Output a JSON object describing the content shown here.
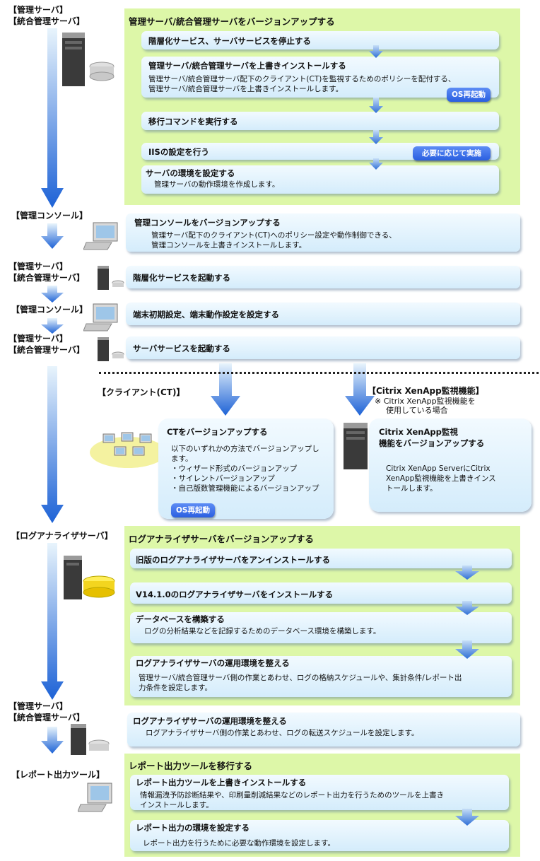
{
  "labels": {
    "mgmt_server": "【管理サーバ】",
    "integrated_server": "【統合管理サーバ】",
    "mgmt_console": "【管理コンソール】",
    "client_ct": "【クライアント(CT)】",
    "citrix": "【Citrix XenApp監視機能】",
    "citrix_note_1": "※ Citrix XenApp監視機能を",
    "citrix_note_2": "使用している場合",
    "log_analyzer": "【ログアナライザサーバ】",
    "report_tool": "【レポート出力ツール】"
  },
  "section1": {
    "title": "管理サーバ/統合管理サーバをバージョンアップする",
    "steps": [
      {
        "title": "階層化サービス、サーバサービスを停止する"
      },
      {
        "title": "管理サーバ/統合管理サーバを上書きインストールする",
        "desc1": "管理サーバ/統合管理サーバ配下のクライアント(CT)を監視するためのポリシーを配付する、",
        "desc2": "管理サーバ/統合管理サーバを上書きインストールします。",
        "badge": "OS再起動"
      },
      {
        "title": "移行コマンドを実行する"
      },
      {
        "title": "IISの設定を行う",
        "badge": "必要に応じて実施"
      },
      {
        "title": "サーバの環境を設定する",
        "desc1": "管理サーバの動作環境を作成します。"
      }
    ]
  },
  "console_upgrade": {
    "title": "管理コンソールをバージョンアップする",
    "desc1": "管理サーバ配下のクライアント(CT)へのポリシー設定や動作制御できる、",
    "desc2": "管理コンソールを上書きインストールします。"
  },
  "start_hier": {
    "title": "階層化サービスを起動する"
  },
  "terminal_settings": {
    "title": "端末初期設定、端末動作設定を設定する"
  },
  "start_server": {
    "title": "サーバサービスを起動する"
  },
  "ct_upgrade": {
    "title": "CTをバージョンアップする",
    "desc1": "以下のいずれかの方法でバージョンアップし",
    "desc2": "ます。",
    "items": [
      "・ウィザード形式のバージョンアップ",
      "・サイレントバージョンアップ",
      "・自己版数管理機能によるバージョンアップ"
    ],
    "badge": "OS再起動"
  },
  "citrix_upgrade": {
    "title1": "Citrix XenApp監視",
    "title2": "機能をバージョンアップする",
    "desc1": "Citrix XenApp ServerにCitrix",
    "desc2": "XenApp監視機能を上書きインス",
    "desc3": "トールします。"
  },
  "section2": {
    "title": "ログアナライザサーバをバージョンアップする",
    "steps": [
      {
        "title": "旧版のログアナライザサーバをアンインストールする"
      },
      {
        "title": "V14.1.0のログアナライザサーバをインストールする"
      },
      {
        "title": "データベースを構築する",
        "desc1": "ログの分析結果などを記録するためのデータベース環境を構築します。"
      },
      {
        "title": "ログアナライザサーバの運用環境を整える",
        "desc1": "管理サーバ/統合管理サーバ側の作業とあわせ、ログの格納スケジュールや、集計条件/レポート出",
        "desc2": "力条件を設定します。"
      }
    ]
  },
  "log_env_mgmt": {
    "title": "ログアナライザサーバの運用環境を整える",
    "desc1": "ログアナライザサーバ側の作業とあわせ、ログの転送スケジュールを設定します。"
  },
  "section3": {
    "title": "レポート出力ツールを移行する",
    "steps": [
      {
        "title": "レポート出力ツールを上書きインストールする",
        "desc1": "情報漏洩予防診断結果や、印刷量削減結果などのレポート出力を行うためのツールを上書き",
        "desc2": "インストールします。"
      },
      {
        "title": "レポート出力の環境を設定する",
        "desc1": "レポート出力を行うために必要な動作環境を設定します。"
      }
    ]
  },
  "colors": {
    "green_panel": "#ddf7a8",
    "step_fill": "#d4ecfb",
    "badge": "#2a5fe0",
    "arrow": "#2a6fd8"
  }
}
